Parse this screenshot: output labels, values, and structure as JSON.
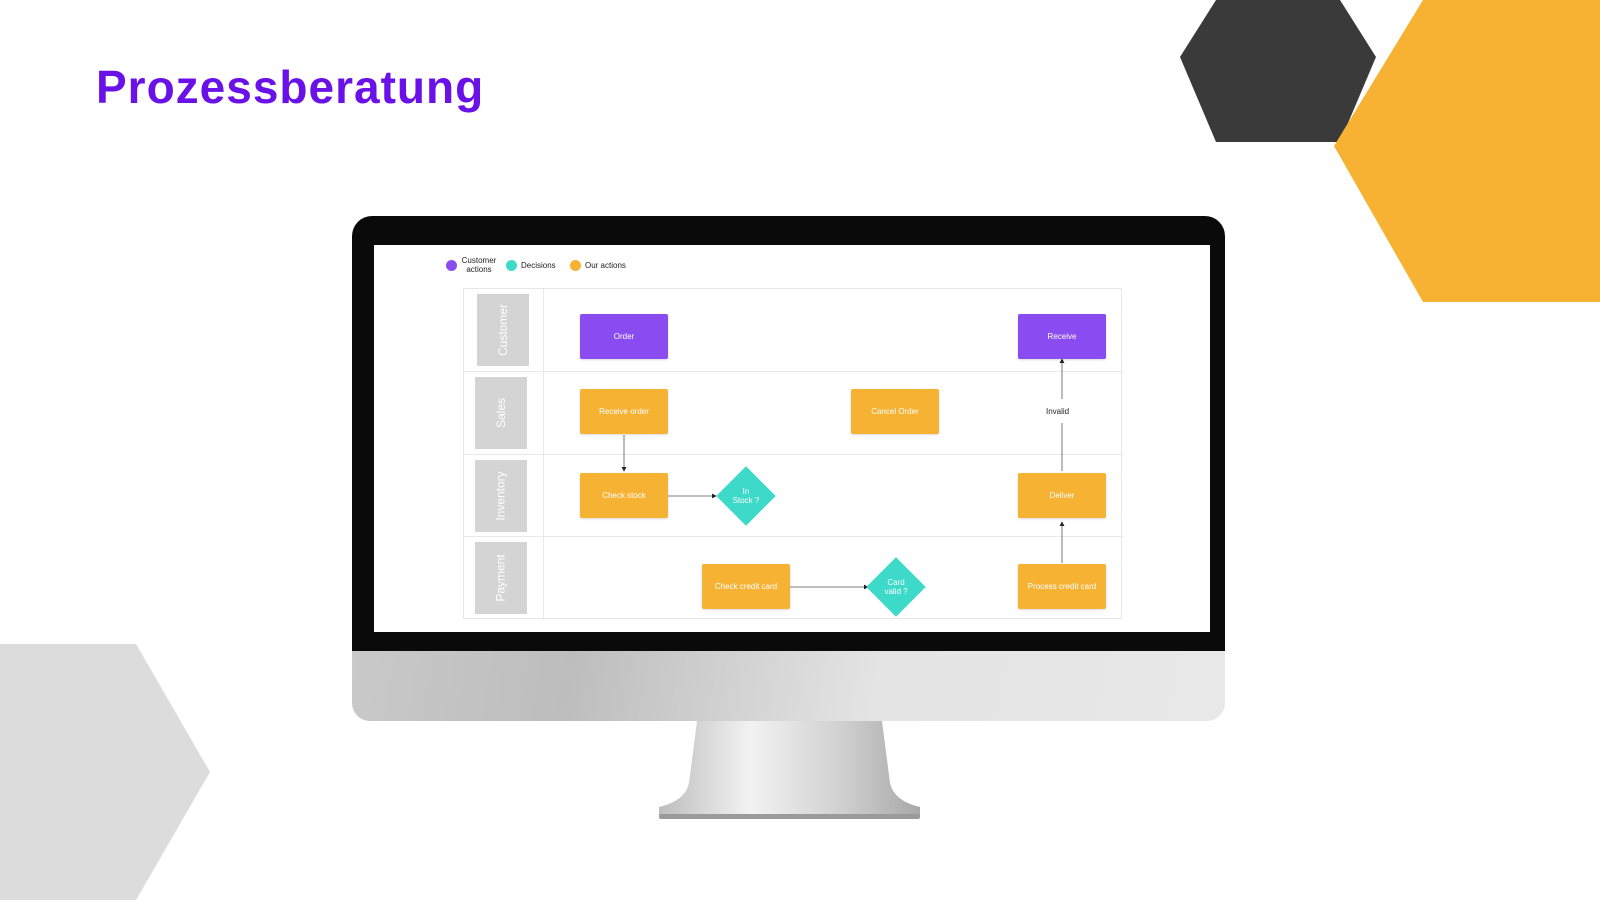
{
  "page": {
    "title": "Prozessberatung"
  },
  "colors": {
    "title": "#6a11e8",
    "hex_dark": "#3a3a3a",
    "hex_yellow": "#f7b233",
    "hex_gray": "#dcdcdc",
    "customer_actions": "#8a4cf0",
    "decisions": "#3dd9c9",
    "our_actions": "#f6b233",
    "lane_label": "#d4d4d4"
  },
  "legend": {
    "customer_actions": "Customer actions",
    "decisions": "Decisions",
    "our_actions": "Our actions"
  },
  "lanes": {
    "customer": "Customer",
    "sales": "Sales",
    "inventory": "Inventory",
    "payment": "Payment"
  },
  "nodes": {
    "order": "Order",
    "receive": "Receive",
    "receive_order": "Receive order",
    "cancel_order": "Cancel Order",
    "check_stock": "Check stock",
    "in_stock": "In Stock ?",
    "deliver": "Deliver",
    "check_credit_card": "Check credit card",
    "card_valid": "Card valid ?",
    "process_credit_card": "Process credit card"
  },
  "edge_labels": {
    "invalid": "Invalid"
  }
}
